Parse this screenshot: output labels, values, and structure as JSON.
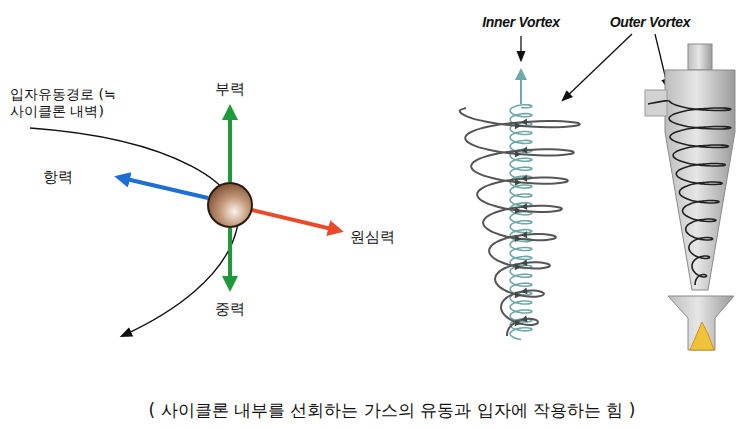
{
  "diagram": {
    "caption": "( 사이클론 내부를 선회하는 가스의 유동과 입자에 작용하는 힘 )",
    "labels": [
      "입자유동경로 (≒ 사이클론 내벽)",
      "부력",
      "항력",
      "원심력",
      "중력",
      "Inner Vortex",
      "Outer Vortex"
    ]
  }
}
